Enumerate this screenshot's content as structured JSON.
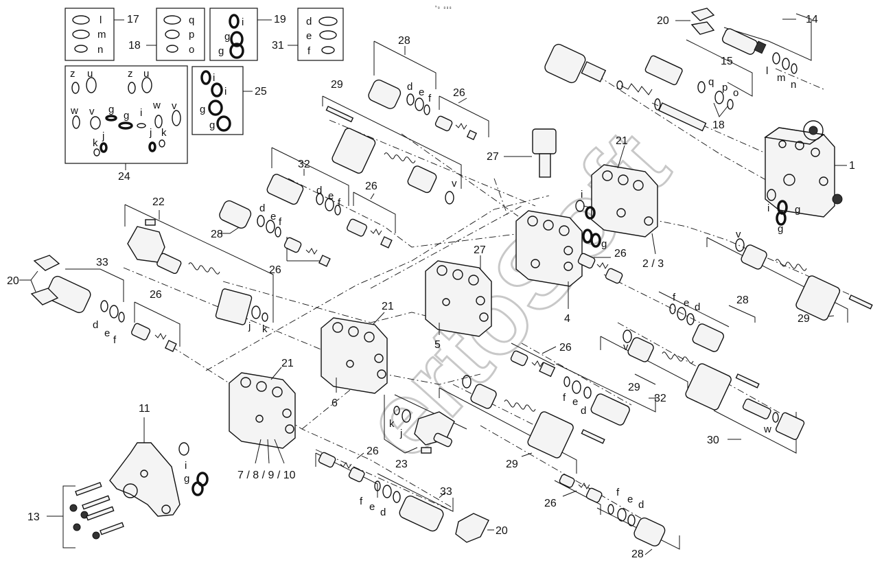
{
  "header": {
    "tag": "ᵐ₀ ₈₈₈"
  },
  "watermark": "ertoSoft",
  "seal_boxes": {
    "box17": [
      "l",
      "m",
      "n"
    ],
    "box18": [
      "q",
      "p",
      "o"
    ],
    "box19": [
      "i",
      "g",
      "g"
    ],
    "box31": [
      "d",
      "e",
      "f"
    ],
    "box25": [
      "i",
      "i",
      "g",
      "g"
    ],
    "box24": [
      "z",
      "u",
      "z",
      "u",
      "w",
      "v",
      "g",
      "g",
      "i",
      "w",
      "v",
      "j",
      "k",
      "j",
      "k"
    ]
  },
  "callouts": {
    "n1": "1",
    "n2_3": "2 / 3",
    "n4": "4",
    "n5": "5",
    "n6": "6",
    "n7_10": "7 / 8 / 9 / 10",
    "n11": "11",
    "n13": "13",
    "n14": "14",
    "n15": "15",
    "n17": "17",
    "n18": "18",
    "n18b": "18",
    "n19": "19",
    "n20a": "20",
    "n20b": "20",
    "n20c": "20",
    "n21a": "21",
    "n21b": "21",
    "n21c": "21",
    "n22": "22",
    "n23": "23",
    "n24": "24",
    "n25": "25",
    "n26a": "26",
    "n26b": "26",
    "n26c": "26",
    "n26d": "26",
    "n26e": "26",
    "n26f": "26",
    "n26g": "26",
    "n26h": "26",
    "n27a": "27",
    "n27b": "27",
    "n28a": "28",
    "n28b": "28",
    "n28c": "28",
    "n28d": "28",
    "n29a": "29",
    "n29b": "29",
    "n29c": "29",
    "n29d": "29",
    "n30": "30",
    "n31": "31",
    "n32a": "32",
    "n32b": "32",
    "n33a": "33",
    "n33b": "33"
  },
  "letters": {
    "l14": "l",
    "m14": "m",
    "n14": "n",
    "q15": "q",
    "p15": "p",
    "o15": "o",
    "d28a": "d",
    "e28a": "e",
    "f28a": "f",
    "d32a": "d",
    "e32a": "e",
    "f32a": "f",
    "v29a": "v",
    "d28b": "d",
    "e28b": "e",
    "f28b": "f",
    "d33a": "d",
    "e33a": "e",
    "f33a": "f",
    "j22": "j",
    "k22": "k",
    "i21": "i",
    "g21": "g",
    "i1": "i",
    "g1a": "g",
    "g1b": "g",
    "v29b": "v",
    "f28c": "f",
    "e28c": "e",
    "d28c": "d",
    "v29c": "v",
    "f32b": "f",
    "e32b": "e",
    "d32b": "d",
    "w30": "w",
    "k23": "k",
    "j23": "j",
    "i11": "i",
    "g11": "g",
    "f33b": "f",
    "e33b": "e",
    "d33b": "d",
    "f28d": "f",
    "e28d": "e",
    "d28d": "d"
  }
}
